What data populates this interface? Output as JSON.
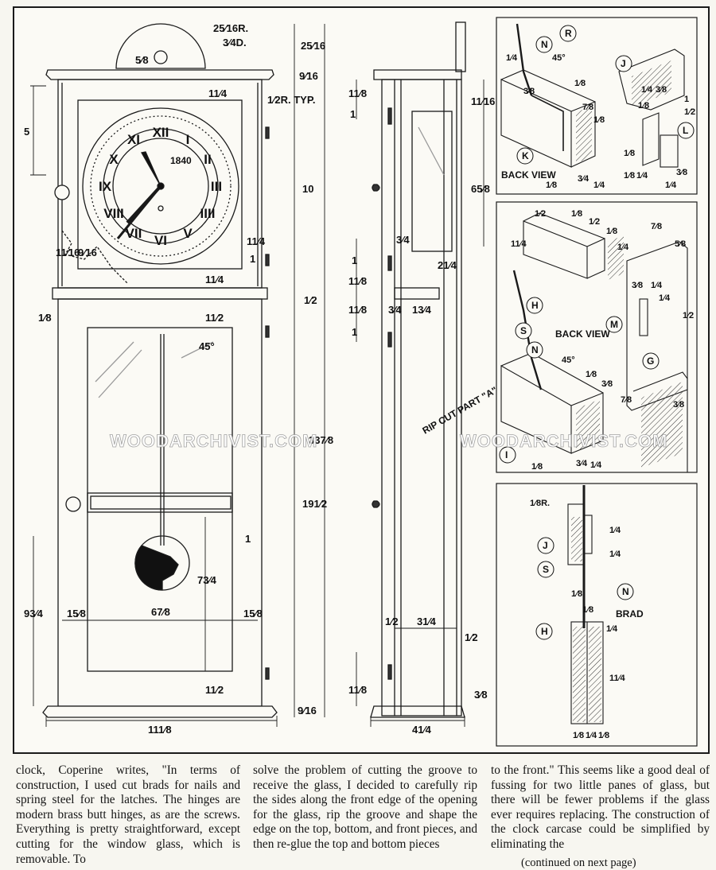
{
  "figure": {
    "front_view": {
      "dims": {
        "dial_radius": "25⁄16R.",
        "arbor_hole": "3⁄4D.",
        "hole_offset": "5⁄8",
        "crest_height": "25⁄16",
        "cap_top": "9⁄16",
        "rail_top": "11⁄4",
        "rabbet": "1⁄2R. TYP.",
        "upper_drop": "5",
        "hood_height": "10",
        "side_left_a": "11⁄16",
        "side_left_b": "9⁄16",
        "stile_right": "11⁄4",
        "stile_right_b": "1",
        "rail_lower": "11⁄4",
        "shelf": "1⁄2",
        "molding": "1⁄8",
        "case_rail": "11⁄2",
        "miter": "45°",
        "overall_height": "337⁄8",
        "case_height": "191⁄2",
        "mid_right": "1",
        "lower_left": "93⁄4",
        "bob_drop": "73⁄4",
        "stile_w": "15⁄8",
        "opening_w": "67⁄8",
        "stile_w2": "15⁄8",
        "bottom_rail": "11⁄2",
        "base_thick": "9⁄16",
        "overall_width": "111⁄8"
      },
      "dial_year": "1840",
      "numerals": [
        "XII",
        "I",
        "II",
        "III",
        "IIII",
        "V",
        "VI",
        "VII",
        "VIII",
        "IX",
        "X",
        "XI"
      ]
    },
    "side_view": {
      "dims": {
        "top_a": "11⁄8",
        "top_b": "1",
        "top_right": "11⁄16",
        "glass_height": "65⁄8",
        "hinge_a": "3⁄4",
        "hinge_b": "1",
        "door_w": "21⁄4",
        "shelf_a": "11⁄8",
        "shelf_b": "11⁄8",
        "shelf_c": "3⁄4",
        "shelf_d": "13⁄4",
        "upper_d": "1",
        "back_a": "1⁄2",
        "back_b": "31⁄4",
        "back_c": "1⁄2",
        "bottom_a": "11⁄8",
        "bottom_b": "3⁄8",
        "depth": "41⁄4"
      },
      "rip_note": "RIP CUT PART \"A\""
    },
    "detail_1": {
      "labels": [
        "N",
        "R",
        "J",
        "K",
        "L"
      ],
      "back_view": "BACK VIEW",
      "dims": {
        "a": "1⁄4",
        "b": "45°",
        "c": "3⁄8",
        "d": "1⁄8",
        "e": "7⁄8",
        "f": "1⁄8",
        "g": "1⁄4",
        "h": "3⁄8",
        "i": "1⁄8",
        "j": "1⁄2",
        "k": "1",
        "l": "1⁄8",
        "m": "3⁄4",
        "n": "1⁄4",
        "o": "3⁄8",
        "p": "1⁄4",
        "q": "1⁄8",
        "r": "1⁄4",
        "s": "1⁄8"
      }
    },
    "detail_2": {
      "labels": [
        "H",
        "S",
        "N",
        "M",
        "G",
        "I"
      ],
      "back_view": "BACK VIEW",
      "dims": {
        "a": "1⁄2",
        "b": "1⁄8",
        "c": "1⁄2",
        "d": "11⁄4",
        "e": "1⁄8",
        "f": "1⁄4",
        "g": "7⁄8",
        "h": "5⁄8",
        "i": "3⁄8",
        "j": "1⁄4",
        "k": "1⁄4",
        "l": "1⁄2",
        "m": "45°",
        "n": "3⁄8",
        "o": "1⁄8",
        "p": "7⁄8",
        "q": "3⁄8",
        "r": "3⁄4",
        "s": "1⁄4",
        "t": "1⁄8"
      }
    },
    "detail_3": {
      "labels": [
        "J",
        "S",
        "N",
        "H"
      ],
      "brad": "BRAD",
      "dims": {
        "radius": "1⁄8R.",
        "a": "1⁄4",
        "b": "1⁄4",
        "c": "1⁄8",
        "d": "1⁄8",
        "e": "1⁄4",
        "f": "11⁄4",
        "g1": "1⁄8",
        "g2": "1⁄4",
        "g3": "1⁄8"
      }
    },
    "watermark": "WOODARCHIVIST.COM"
  },
  "article": {
    "col1": "clock, Coperine writes, \"In terms of construction, I used cut brads for nails and spring steel for the latches. The hinges are modern brass butt hinges, as are the screws. Everything is pretty straightforward, except cutting for the window glass, which is removable. To",
    "col2": "solve the problem of cutting the groove to receive the glass, I decided to carefully rip the sides along the front edge of the opening for the glass, rip the groove and shape the edge on the top, bottom, and front pieces, and then re-glue the top and bottom pieces",
    "col3": "to the front.\" This seems like a good deal of fussing for two little panes of glass, but there will be fewer problems if the glass ever requires replacing. The construction of the clock carcase could be simplified by eliminating the",
    "continued": "(continued on next page)"
  }
}
